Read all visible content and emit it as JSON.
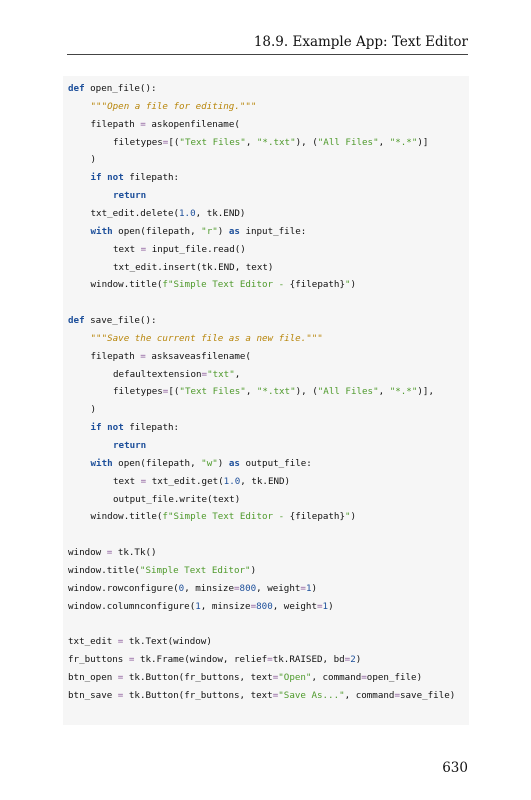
{
  "header": {
    "section": "18.9.  Example App: Text Editor"
  },
  "code_lines": [
    {
      "indent": 0,
      "tokens": [
        [
          "def",
          "kw"
        ],
        [
          " open_file():",
          ""
        ]
      ]
    },
    {
      "indent": 1,
      "tokens": [
        [
          "\"\"\"Open a file for editing.\"\"\"",
          "doc"
        ]
      ]
    },
    {
      "indent": 1,
      "tokens": [
        [
          "filepath ",
          ""
        ],
        [
          "=",
          "op"
        ],
        [
          " askopenfilename(",
          ""
        ]
      ]
    },
    {
      "indent": 2,
      "tokens": [
        [
          "filetypes",
          ""
        ],
        [
          "=",
          "op"
        ],
        [
          "[(",
          ""
        ],
        [
          "\"Text Files\"",
          "str"
        ],
        [
          ", ",
          ""
        ],
        [
          "\"*.txt\"",
          "str"
        ],
        [
          "), (",
          ""
        ],
        [
          "\"All Files\"",
          "str"
        ],
        [
          ", ",
          ""
        ],
        [
          "\"*.*\"",
          "str"
        ],
        [
          ")]",
          ""
        ]
      ]
    },
    {
      "indent": 1,
      "tokens": [
        [
          ")",
          ""
        ]
      ]
    },
    {
      "indent": 1,
      "tokens": [
        [
          "if",
          "kw"
        ],
        [
          " ",
          ""
        ],
        [
          "not",
          "kw"
        ],
        [
          " filepath:",
          ""
        ]
      ]
    },
    {
      "indent": 2,
      "tokens": [
        [
          "return",
          "kw"
        ]
      ]
    },
    {
      "indent": 1,
      "tokens": [
        [
          "txt_edit.delete(",
          ""
        ],
        [
          "1.0",
          "num"
        ],
        [
          ", tk.END)",
          ""
        ]
      ]
    },
    {
      "indent": 1,
      "tokens": [
        [
          "with",
          "kw"
        ],
        [
          " open(filepath, ",
          ""
        ],
        [
          "\"r\"",
          "str"
        ],
        [
          ") ",
          ""
        ],
        [
          "as",
          "kw"
        ],
        [
          " input_file:",
          ""
        ]
      ]
    },
    {
      "indent": 2,
      "tokens": [
        [
          "text ",
          ""
        ],
        [
          "=",
          "op"
        ],
        [
          " input_file.read()",
          ""
        ]
      ]
    },
    {
      "indent": 2,
      "tokens": [
        [
          "txt_edit.insert(tk.END, text)",
          ""
        ]
      ]
    },
    {
      "indent": 1,
      "tokens": [
        [
          "window.title(",
          ""
        ],
        [
          "f\"Simple Text Editor - ",
          "str"
        ],
        [
          "{filepath}",
          ""
        ],
        [
          "\"",
          "str"
        ],
        [
          ")",
          ""
        ]
      ]
    },
    {
      "indent": 0,
      "tokens": []
    },
    {
      "indent": 0,
      "tokens": [
        [
          "def",
          "kw"
        ],
        [
          " save_file():",
          ""
        ]
      ]
    },
    {
      "indent": 1,
      "tokens": [
        [
          "\"\"\"Save the current file as a new file.\"\"\"",
          "doc"
        ]
      ]
    },
    {
      "indent": 1,
      "tokens": [
        [
          "filepath ",
          ""
        ],
        [
          "=",
          "op"
        ],
        [
          " asksaveasfilename(",
          ""
        ]
      ]
    },
    {
      "indent": 2,
      "tokens": [
        [
          "defaultextension",
          ""
        ],
        [
          "=",
          "op"
        ],
        [
          "\"txt\"",
          "str"
        ],
        [
          ",",
          ""
        ]
      ]
    },
    {
      "indent": 2,
      "tokens": [
        [
          "filetypes",
          ""
        ],
        [
          "=",
          "op"
        ],
        [
          "[(",
          ""
        ],
        [
          "\"Text Files\"",
          "str"
        ],
        [
          ", ",
          ""
        ],
        [
          "\"*.txt\"",
          "str"
        ],
        [
          "), (",
          ""
        ],
        [
          "\"All Files\"",
          "str"
        ],
        [
          ", ",
          ""
        ],
        [
          "\"*.*\"",
          "str"
        ],
        [
          ")],",
          ""
        ]
      ]
    },
    {
      "indent": 1,
      "tokens": [
        [
          ")",
          ""
        ]
      ]
    },
    {
      "indent": 1,
      "tokens": [
        [
          "if",
          "kw"
        ],
        [
          " ",
          ""
        ],
        [
          "not",
          "kw"
        ],
        [
          " filepath:",
          ""
        ]
      ]
    },
    {
      "indent": 2,
      "tokens": [
        [
          "return",
          "kw"
        ]
      ]
    },
    {
      "indent": 1,
      "tokens": [
        [
          "with",
          "kw"
        ],
        [
          " open(filepath, ",
          ""
        ],
        [
          "\"w\"",
          "str"
        ],
        [
          ") ",
          ""
        ],
        [
          "as",
          "kw"
        ],
        [
          " output_file:",
          ""
        ]
      ]
    },
    {
      "indent": 2,
      "tokens": [
        [
          "text ",
          ""
        ],
        [
          "=",
          "op"
        ],
        [
          " txt_edit.get(",
          ""
        ],
        [
          "1.0",
          "num"
        ],
        [
          ", tk.END)",
          ""
        ]
      ]
    },
    {
      "indent": 2,
      "tokens": [
        [
          "output_file.write(text)",
          ""
        ]
      ]
    },
    {
      "indent": 1,
      "tokens": [
        [
          "window.title(",
          ""
        ],
        [
          "f\"Simple Text Editor - ",
          "str"
        ],
        [
          "{filepath}",
          ""
        ],
        [
          "\"",
          "str"
        ],
        [
          ")",
          ""
        ]
      ]
    },
    {
      "indent": 0,
      "tokens": []
    },
    {
      "indent": 0,
      "tokens": [
        [
          "window ",
          ""
        ],
        [
          "=",
          "op"
        ],
        [
          " tk.Tk()",
          ""
        ]
      ]
    },
    {
      "indent": 0,
      "tokens": [
        [
          "window.title(",
          ""
        ],
        [
          "\"Simple Text Editor\"",
          "str"
        ],
        [
          ")",
          ""
        ]
      ]
    },
    {
      "indent": 0,
      "tokens": [
        [
          "window.rowconfigure(",
          ""
        ],
        [
          "0",
          "num"
        ],
        [
          ", minsize",
          ""
        ],
        [
          "=",
          "op"
        ],
        [
          "800",
          "num"
        ],
        [
          ", weight",
          ""
        ],
        [
          "=",
          "op"
        ],
        [
          "1",
          "num"
        ],
        [
          ")",
          ""
        ]
      ]
    },
    {
      "indent": 0,
      "tokens": [
        [
          "window.columnconfigure(",
          ""
        ],
        [
          "1",
          "num"
        ],
        [
          ", minsize",
          ""
        ],
        [
          "=",
          "op"
        ],
        [
          "800",
          "num"
        ],
        [
          ", weight",
          ""
        ],
        [
          "=",
          "op"
        ],
        [
          "1",
          "num"
        ],
        [
          ")",
          ""
        ]
      ]
    },
    {
      "indent": 0,
      "tokens": []
    },
    {
      "indent": 0,
      "tokens": [
        [
          "txt_edit ",
          ""
        ],
        [
          "=",
          "op"
        ],
        [
          " tk.Text(window)",
          ""
        ]
      ]
    },
    {
      "indent": 0,
      "tokens": [
        [
          "fr_buttons ",
          ""
        ],
        [
          "=",
          "op"
        ],
        [
          " tk.Frame(window, relief",
          ""
        ],
        [
          "=",
          "op"
        ],
        [
          "tk.RAISED, bd",
          ""
        ],
        [
          "=",
          "op"
        ],
        [
          "2",
          "num"
        ],
        [
          ")",
          ""
        ]
      ]
    },
    {
      "indent": 0,
      "tokens": [
        [
          "btn_open ",
          ""
        ],
        [
          "=",
          "op"
        ],
        [
          " tk.Button(fr_buttons, text",
          ""
        ],
        [
          "=",
          "op"
        ],
        [
          "\"Open\"",
          "str"
        ],
        [
          ", command",
          ""
        ],
        [
          "=",
          "op"
        ],
        [
          "open_file)",
          ""
        ]
      ]
    },
    {
      "indent": 0,
      "tokens": [
        [
          "btn_save ",
          ""
        ],
        [
          "=",
          "op"
        ],
        [
          " tk.Button(fr_buttons, text",
          ""
        ],
        [
          "=",
          "op"
        ],
        [
          "\"Save As...\"",
          "str"
        ],
        [
          ", command",
          ""
        ],
        [
          "=",
          "op"
        ],
        [
          "save_file)",
          ""
        ]
      ]
    }
  ],
  "footer": {
    "page_number": "630"
  }
}
